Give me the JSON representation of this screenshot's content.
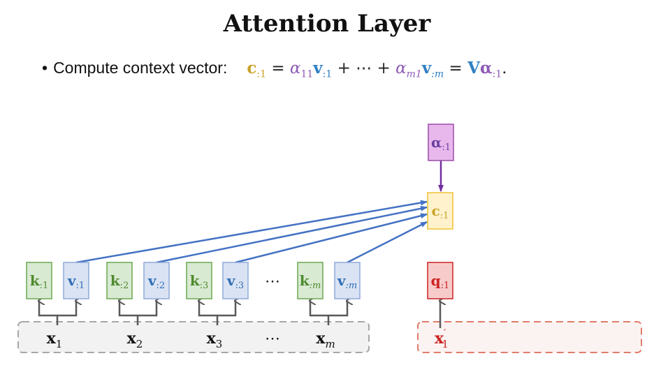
{
  "title": "Attention Layer",
  "bullet": {
    "marker": "•",
    "text": "Compute context vector:"
  },
  "equation": {
    "lhs": "c",
    "lhs_sub": ":1",
    "eq1": "=",
    "alpha1": "α",
    "alpha1_sub": "11",
    "v1": "v",
    "v1_sub": ":1",
    "plus1": "+ ⋯ +",
    "alpham": "α",
    "alpham_sub": "m1",
    "vm": "v",
    "vm_sub": ":m",
    "eq2": "=",
    "V": "V",
    "alpha": "α",
    "alpha_sub": ":1",
    "dot": "."
  },
  "diagram": {
    "alpha_box": {
      "main": "α",
      "sub": ":1"
    },
    "c_box": {
      "main": "c",
      "sub": ":1"
    },
    "q_box": {
      "main": "q",
      "sub": ":1"
    },
    "keys": [
      {
        "main": "k",
        "sub": ":1"
      },
      {
        "main": "k",
        "sub": ":2"
      },
      {
        "main": "k",
        "sub": ":3"
      },
      {
        "main": "k",
        "sub": ":m"
      }
    ],
    "values": [
      {
        "main": "v",
        "sub": ":1"
      },
      {
        "main": "v",
        "sub": ":2"
      },
      {
        "main": "v",
        "sub": ":3"
      },
      {
        "main": "v",
        "sub": ":m"
      }
    ],
    "inputs": [
      {
        "main": "x",
        "sub": "1"
      },
      {
        "main": "x",
        "sub": "2"
      },
      {
        "main": "x",
        "sub": "3"
      },
      {
        "main": "x",
        "sub": "m"
      }
    ],
    "decoder_input": {
      "main": "x",
      "prime": "′",
      "sub": "1"
    },
    "ellipsis_top": "⋯",
    "ellipsis_bottom": "⋯",
    "colors": {
      "key_fill": "#d9ead3",
      "key_stroke": "#6aa84f",
      "key_text": "#4e8a2e",
      "value_fill": "#dae3f3",
      "value_stroke": "#8eaadb",
      "value_text": "#2f6db5",
      "alpha_fill": "#e8b8ec",
      "alpha_stroke": "#9c4aa8",
      "alpha_text": "#6a3ea0",
      "c_fill": "#fff2cc",
      "c_stroke": "#f1c232",
      "c_text": "#c9a227",
      "q_fill": "#f8cbcb",
      "q_stroke": "#cc2222",
      "q_text": "#cc2222",
      "arrow_blue": "#4472c4",
      "arrow_purple": "#7030a0",
      "arrow_gray": "#595959",
      "encoder_border": "#a6a6a6",
      "encoder_fill": "#f2f2f2",
      "decoder_border": "#e07b6a",
      "decoder_fill": "#fbf3f1"
    }
  }
}
